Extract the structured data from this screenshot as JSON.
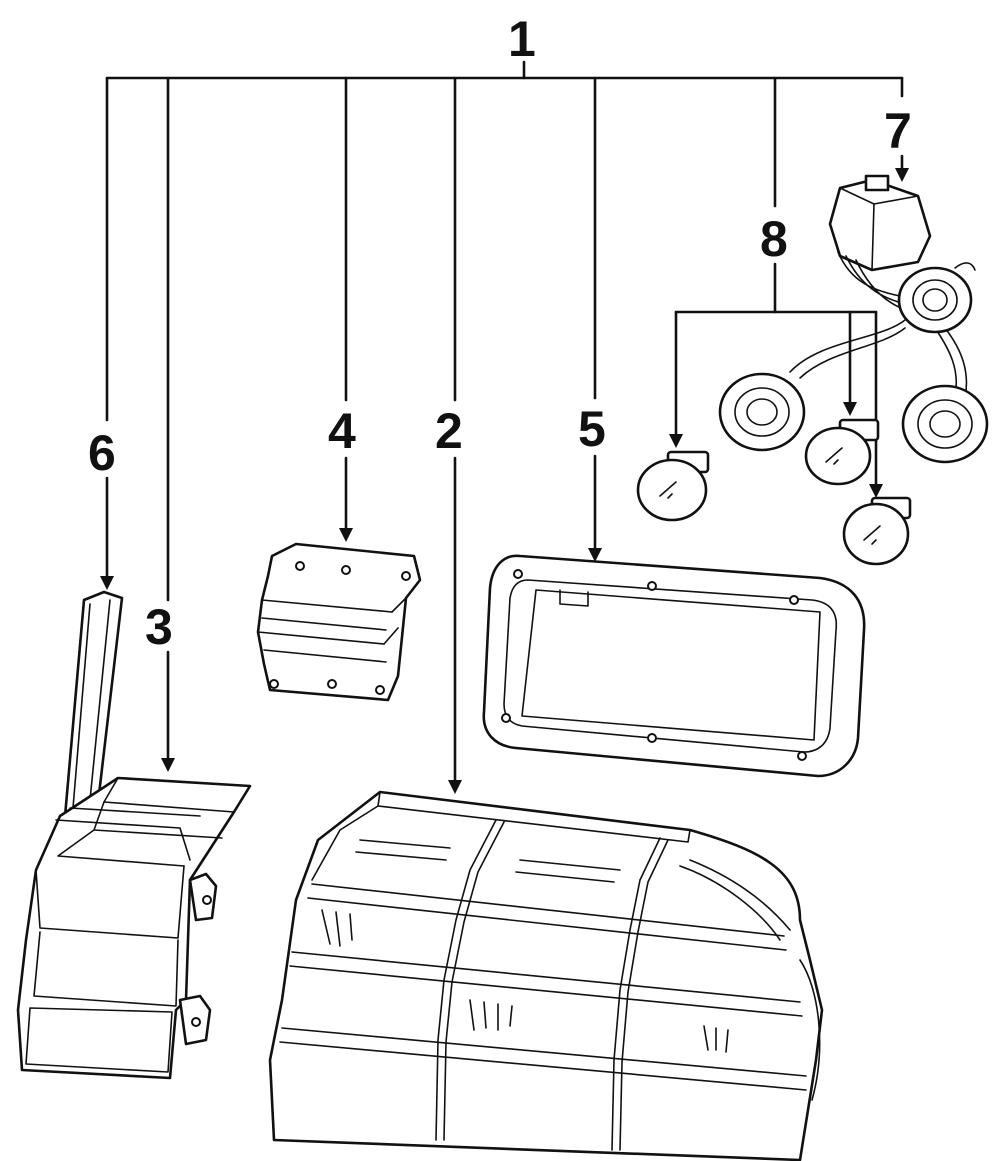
{
  "diagram": {
    "callouts": [
      {
        "id": "1",
        "text": "1"
      },
      {
        "id": "2",
        "text": "2"
      },
      {
        "id": "3",
        "text": "3"
      },
      {
        "id": "4",
        "text": "4"
      },
      {
        "id": "5",
        "text": "5"
      },
      {
        "id": "6",
        "text": "6"
      },
      {
        "id": "7",
        "text": "7"
      },
      {
        "id": "8",
        "text": "8"
      }
    ],
    "line_color": "#111111",
    "background": "#ffffff"
  }
}
